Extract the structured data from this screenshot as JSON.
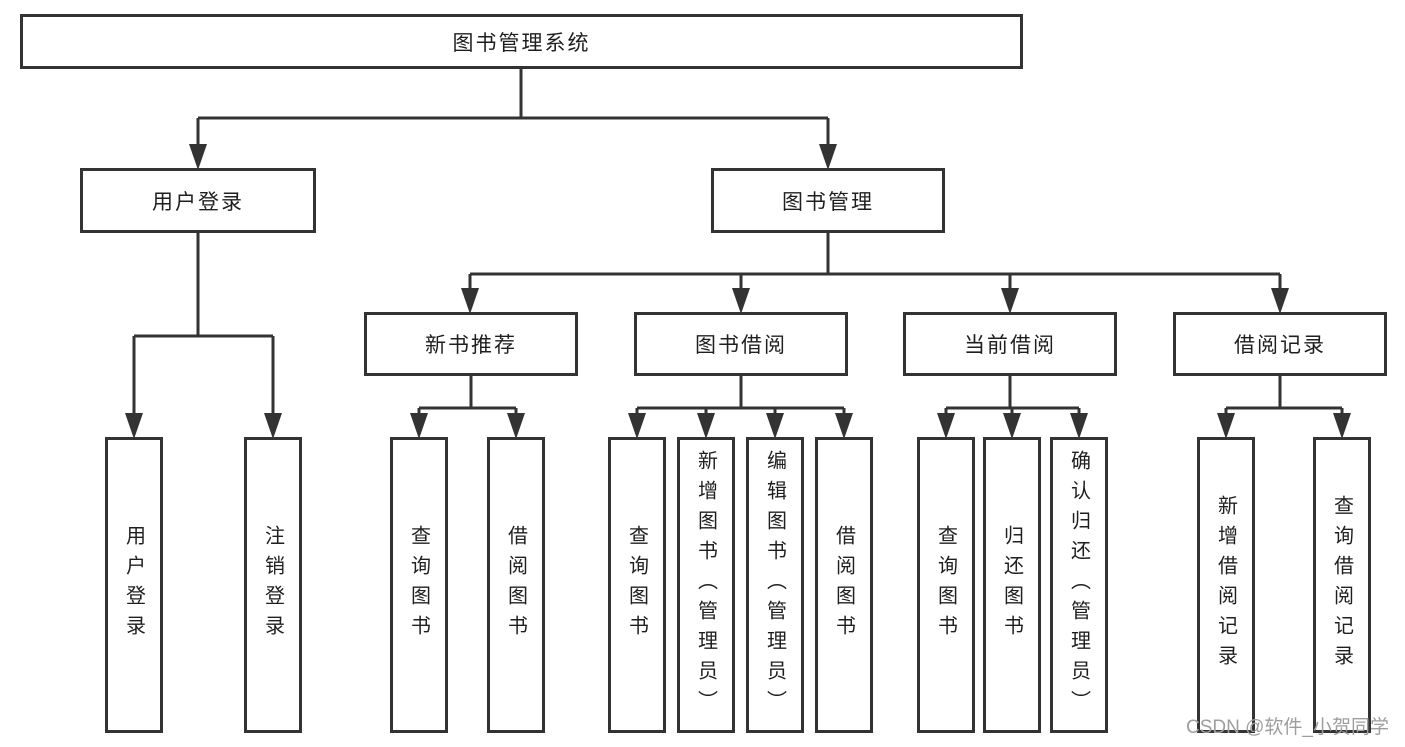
{
  "diagram": {
    "root": {
      "label": "图书管理系统"
    },
    "level2": {
      "user_login": {
        "label": "用户登录"
      },
      "book_management": {
        "label": "图书管理"
      }
    },
    "level3": {
      "new_book_recommend": {
        "label": "新书推荐"
      },
      "book_borrow": {
        "label": "图书借阅"
      },
      "current_borrow": {
        "label": "当前借阅"
      },
      "borrow_records": {
        "label": "借阅记录"
      }
    },
    "leaves": {
      "login": {
        "label": "用户登录"
      },
      "logout": {
        "label": "注销登录"
      },
      "nbr_query": {
        "label": "查询图书"
      },
      "nbr_borrow": {
        "label": "借阅图书"
      },
      "bb_query": {
        "label": "查询图书"
      },
      "bb_add": {
        "label": "新增图书（管理员）"
      },
      "bb_edit": {
        "label": "编辑图书（管理员）"
      },
      "bb_borrow": {
        "label": "借阅图书"
      },
      "cb_query": {
        "label": "查询图书"
      },
      "cb_return": {
        "label": "归还图书"
      },
      "cb_confirm": {
        "label": "确认归还（管理员）"
      },
      "br_add": {
        "label": "新增借阅记录"
      },
      "br_query": {
        "label": "查询借阅记录"
      }
    }
  },
  "watermark": {
    "text": "CSDN @软件_小贺同学"
  },
  "colors": {
    "line": "#333333",
    "text": "#1f1f1f",
    "watermark": "#9e9e9e",
    "background": "#ffffff"
  }
}
